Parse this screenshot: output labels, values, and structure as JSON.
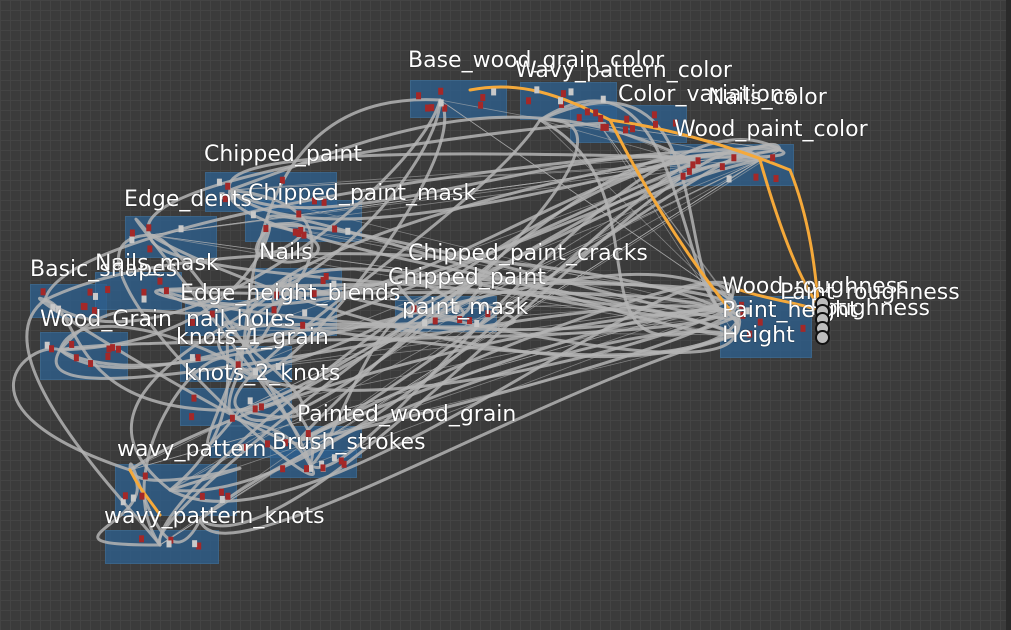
{
  "graph": {
    "frames": [
      {
        "id": "base-wood-grain-color",
        "label": "Base_wood_grain_color"
      },
      {
        "id": "wavy-pattern-color",
        "label": "Wavy_pattern_color"
      },
      {
        "id": "color-variations",
        "label": "Color_variations"
      },
      {
        "id": "nails-color",
        "label": "Nails_color"
      },
      {
        "id": "wood-paint-color",
        "label": "Wood_paint_color"
      },
      {
        "id": "chipped-paint",
        "label": "Chipped_paint"
      },
      {
        "id": "chipped-paint-mask",
        "label": "Chipped_paint_mask"
      },
      {
        "id": "edge-dents",
        "label": "Edge_dents"
      },
      {
        "id": "nails",
        "label": "Nails"
      },
      {
        "id": "chipped-paint-cracks",
        "label": "Chipped_paint_cracks"
      },
      {
        "id": "basic-shapes",
        "label": "Basic_shapes"
      },
      {
        "id": "nails-mask",
        "label": "Nails_mask"
      },
      {
        "id": "chipped-paint-2",
        "label": "Chipped_paint"
      },
      {
        "id": "edge-height-blends",
        "label": "Edge_height_blends"
      },
      {
        "id": "paint-mask",
        "label": "paint_mask"
      },
      {
        "id": "wood-grain",
        "label": "Wood_Grain"
      },
      {
        "id": "nail-holes",
        "label": "nail_holes"
      },
      {
        "id": "knots-1-grain",
        "label": "knots_1_grain"
      },
      {
        "id": "knots-2-knots",
        "label": "knots_2_knots"
      },
      {
        "id": "painted-wood-grain",
        "label": "Painted_wood_grain"
      },
      {
        "id": "brush-strokes",
        "label": "Brush_strokes"
      },
      {
        "id": "wavy-pattern",
        "label": "wavy_pattern"
      },
      {
        "id": "wavy-pattern-knots",
        "label": "wavy_pattern_knots"
      },
      {
        "id": "wood-roughness",
        "label": "Wood_roughness"
      },
      {
        "id": "paint-roughness",
        "label": "Paint_roughness"
      },
      {
        "id": "roughness",
        "label": "Roughness"
      },
      {
        "id": "paint-height",
        "label": "Paint_height"
      },
      {
        "id": "height",
        "label": "Height"
      }
    ],
    "output_ports": 5,
    "colors": {
      "background": "#3b3b3b",
      "frame": "#2e5f8e",
      "wire_grey": "#b4b4b4",
      "wire_orange": "#f5a93a",
      "node_red": "#a42828"
    }
  }
}
